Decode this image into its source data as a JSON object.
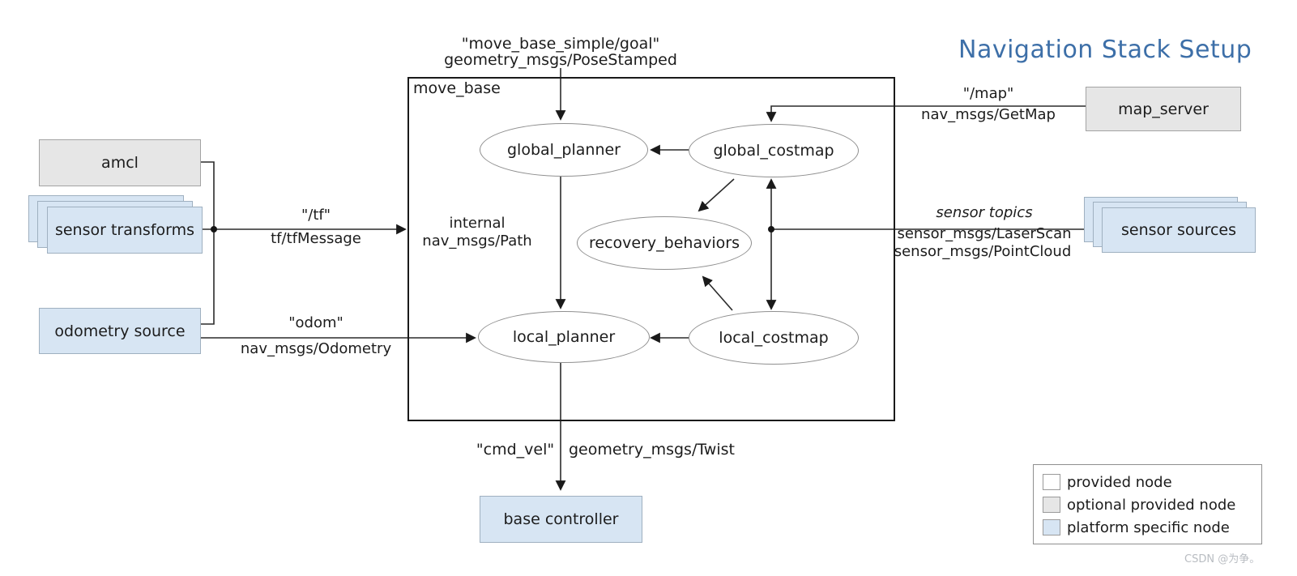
{
  "title": "Navigation Stack Setup",
  "container_label": "move_base",
  "nodes": {
    "amcl": "amcl",
    "sensor_transforms": "sensor transforms",
    "odometry_source": "odometry source",
    "map_server": "map_server",
    "sensor_sources": "sensor sources",
    "base_controller": "base controller",
    "global_planner": "global_planner",
    "global_costmap": "global_costmap",
    "recovery_behaviors": "recovery_behaviors",
    "local_planner": "local_planner",
    "local_costmap": "local_costmap"
  },
  "edge_labels": {
    "goal_topic": "\"move_base_simple/goal\"",
    "goal_type": "geometry_msgs/PoseStamped",
    "tf_topic": "\"/tf\"",
    "tf_type": "tf/tfMessage",
    "odom_topic": "\"odom\"",
    "odom_type": "nav_msgs/Odometry",
    "map_topic": "\"/map\"",
    "map_type": "nav_msgs/GetMap",
    "sensor_topics": "sensor topics",
    "sensor_type_laserscan": "sensor_msgs/LaserScan",
    "sensor_type_pointcloud": "sensor_msgs/PointCloud",
    "internal_label": "internal",
    "internal_type": "nav_msgs/Path",
    "cmdvel_topic": "\"cmd_vel\"",
    "cmdvel_type": "geometry_msgs/Twist"
  },
  "legend": {
    "items": [
      {
        "label": "provided node",
        "color": "#ffffff"
      },
      {
        "label": "optional provided node",
        "color": "#e6e6e6"
      },
      {
        "label": "platform specific node",
        "color": "#d7e5f3"
      }
    ]
  },
  "colors": {
    "title": "#3d6fa8",
    "provided_node": "#ffffff",
    "optional_node": "#e6e6e6",
    "platform_node": "#d7e5f3",
    "line": "#2b2b2b"
  },
  "watermark": "CSDN @为争。"
}
